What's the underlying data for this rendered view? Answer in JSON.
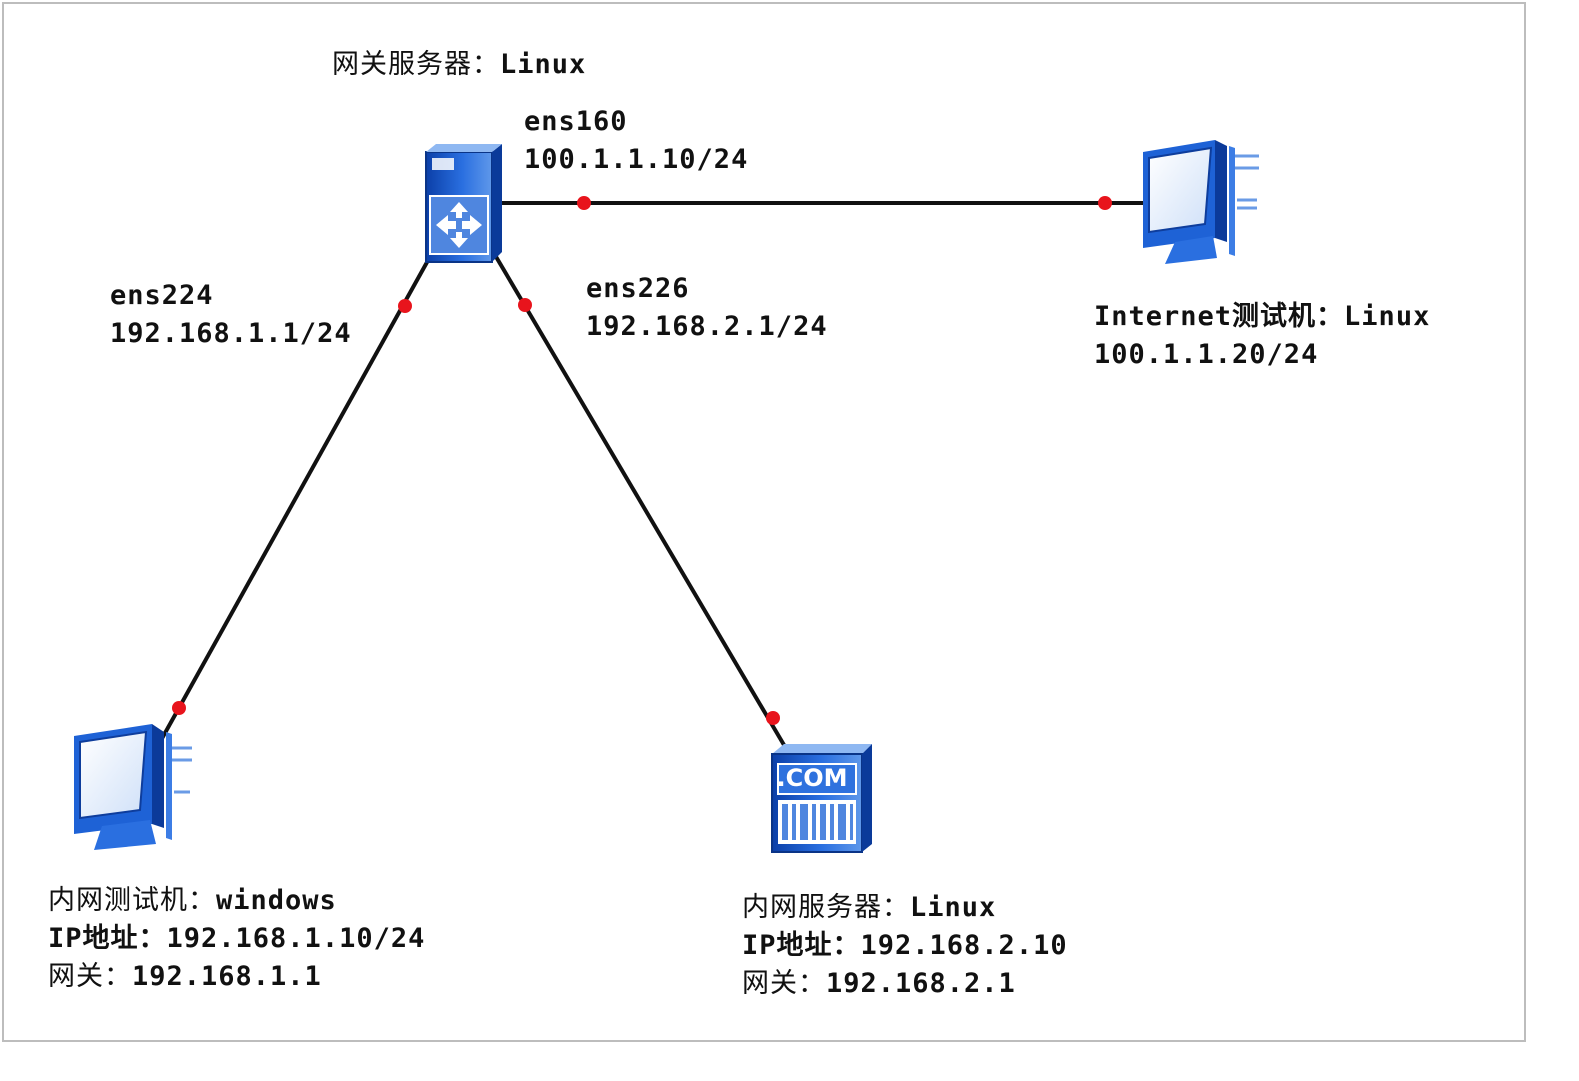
{
  "gateway": {
    "title_prefix": "网关服务器：",
    "title_os": "Linux",
    "if_top_name": "ens160",
    "if_top_ip": "100.1.1.10/24",
    "if_left_name": "ens224",
    "if_left_ip": "192.168.1.1/24",
    "if_right_name": "ens226",
    "if_right_ip": "192.168.2.1/24"
  },
  "internet_host": {
    "title_prefix": "Internet测试机：",
    "title_os": "Linux",
    "ip": "100.1.1.20/24"
  },
  "lan_client": {
    "title_prefix": "内网测试机：",
    "title_os": "windows",
    "ip_prefix": "IP地址：",
    "ip": "192.168.1.10/24",
    "gw_prefix": "网关：",
    "gw": "192.168.1.1"
  },
  "lan_server": {
    "title_prefix": "内网服务器：",
    "title_os": "Linux",
    "ip_prefix": "IP地址：",
    "ip": "192.168.2.10",
    "gw_prefix": "网关：",
    "gw": "192.168.2.1",
    "badge": ".COM"
  },
  "colors": {
    "link": "#111111",
    "port_dot": "#e8141c",
    "device_blue": "#1f5fcf",
    "device_light": "#6fa6ee"
  },
  "icons": {
    "gateway": "router-server-icon",
    "internet_host": "pc-icon",
    "lan_client": "pc-icon",
    "lan_server": "web-server-icon"
  }
}
